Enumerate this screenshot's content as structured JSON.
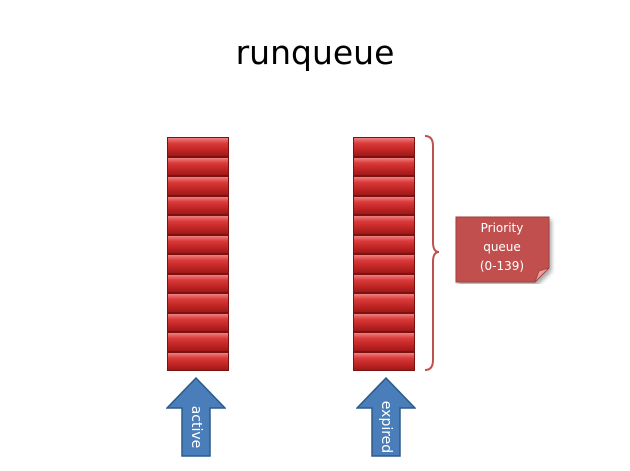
{
  "title": "runqueue",
  "queues": [
    {
      "key": "active",
      "label": "active",
      "slot_count": 12
    },
    {
      "key": "expired",
      "label": "expired",
      "slot_count": 12
    }
  ],
  "callout": {
    "lines": [
      "Priority",
      "queue",
      "(0-139)"
    ]
  },
  "colors": {
    "slot_fill": "#c62828",
    "slot_border": "#7a1212",
    "arrow_fill": "#4a7ebb",
    "arrow_border": "#2c5a8a",
    "brace": "#c0504d",
    "callout_fill": "#c0504d"
  }
}
